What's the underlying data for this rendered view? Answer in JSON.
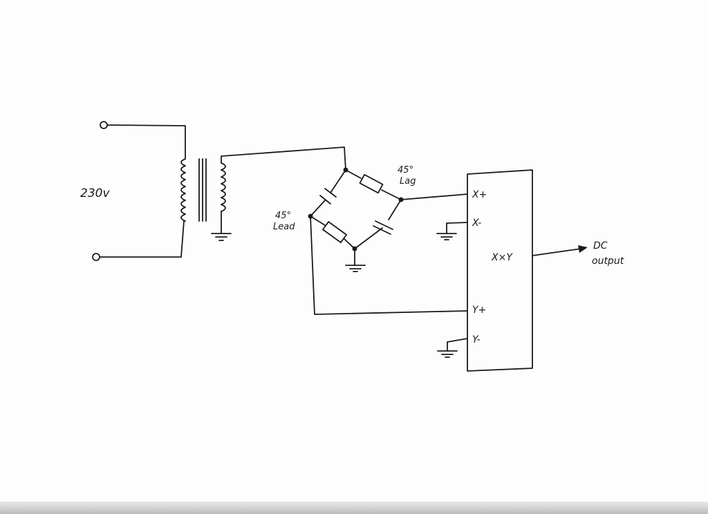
{
  "diagram": {
    "title": "Phase-shift bridge multiplier circuit",
    "input_label": "230v",
    "lag_label": [
      "45°",
      "Lag"
    ],
    "lead_label": [
      "45°",
      "Lead"
    ],
    "multiplier": {
      "x_plus": "X+",
      "x_minus": "X-",
      "y_plus": "Y+",
      "y_minus": "Y-",
      "function": "X×Y"
    },
    "output_label": [
      "DC",
      "output"
    ],
    "ink_color": "#1a1a1a"
  }
}
